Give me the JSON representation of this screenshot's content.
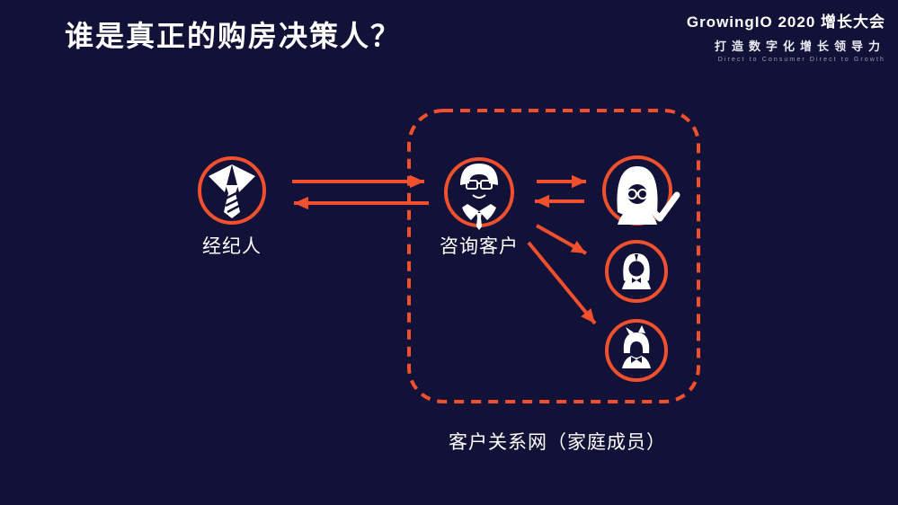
{
  "slide": {
    "title": "谁是真正的购房决策人？",
    "background_color": "#121138",
    "accent_color": "#F0502D",
    "icon_color": "#FFFFFF"
  },
  "logo": {
    "brand": "GrowingIO 2020 增长大会",
    "tagline": "打造数字化增长领导力",
    "tagline_en": "Direct to Consumer Direct to Growth"
  },
  "diagram": {
    "nodes": [
      {
        "id": "broker",
        "label": "经纪人",
        "icon": "tie-icon"
      },
      {
        "id": "consulting-customer",
        "label": "咨询客户",
        "icon": "man-glasses-icon"
      },
      {
        "id": "family-woman-glasses",
        "label": "",
        "icon": "woman-glasses-icon",
        "checked": true
      },
      {
        "id": "family-woman",
        "label": "",
        "icon": "woman-icon",
        "checked": false
      },
      {
        "id": "family-boy",
        "label": "",
        "icon": "boy-icon",
        "checked": false
      }
    ],
    "group_label": "客户关系网（家庭成员）",
    "group_contains": [
      "consulting-customer",
      "family-woman-glasses",
      "family-woman",
      "family-boy"
    ],
    "edges": [
      {
        "from": "broker",
        "to": "consulting-customer"
      },
      {
        "from": "consulting-customer",
        "to": "broker"
      },
      {
        "from": "consulting-customer",
        "to": "family-woman-glasses"
      },
      {
        "from": "family-woman-glasses",
        "to": "consulting-customer"
      },
      {
        "from": "consulting-customer",
        "to": "family-woman"
      },
      {
        "from": "consulting-customer",
        "to": "family-boy"
      }
    ]
  }
}
